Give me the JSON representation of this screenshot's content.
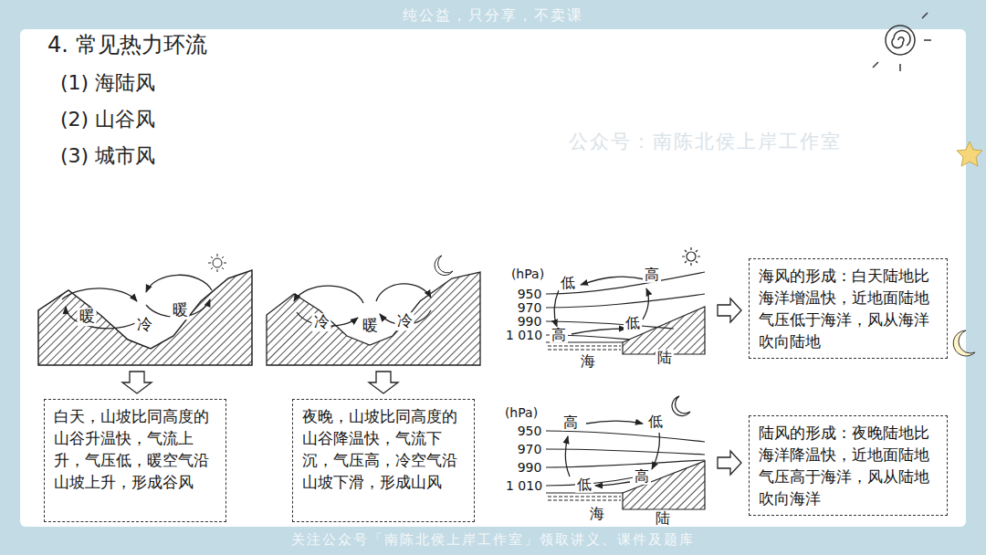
{
  "diagram": {
    "title": "4. 常见热力环流",
    "nodes": [
      {
        "text": [
          "白天，山坡比同高度的山谷升温快，气流上升，气压低，暖空气沿山坡上升，形成谷风"
        ]
      },
      {
        "text": [
          "夜晚，山坡比同高度的山谷降温快，气流下沉，气压高，冷空气沿山坡下滑，形成山风"
        ]
      },
      {
        "text": [
          "海风的形成：白天陆地比海洋增温快，近地面陆地气压低于海洋，风从海洋吹向陆地"
        ]
      },
      {
        "text": [
          "陆风的形成：夜晚陆地比海洋降温快，近地面陆地气压高于海洋，风从陆地吹向海洋"
        ]
      }
    ],
    "labels": [
      "纯公益，只分享，不卖课",
      "(1) 海陆风",
      "(2) 山谷风",
      "(3) 城市风",
      "公众号：南陈北侯上岸工作室",
      "关注公众号「南陈北侯上岸工作室」领取讲义、课件及题库",
      "暖",
      "冷",
      "暖",
      "冷",
      "暖",
      "冷",
      "(hPa)",
      "950",
      "970",
      "990",
      "1 010",
      "低",
      "高",
      "高",
      "低",
      "海",
      "陆",
      "(hPa)",
      "950",
      "970",
      "990",
      "1 010",
      "高",
      "低",
      "低",
      "高",
      "海",
      "陆"
    ]
  }
}
